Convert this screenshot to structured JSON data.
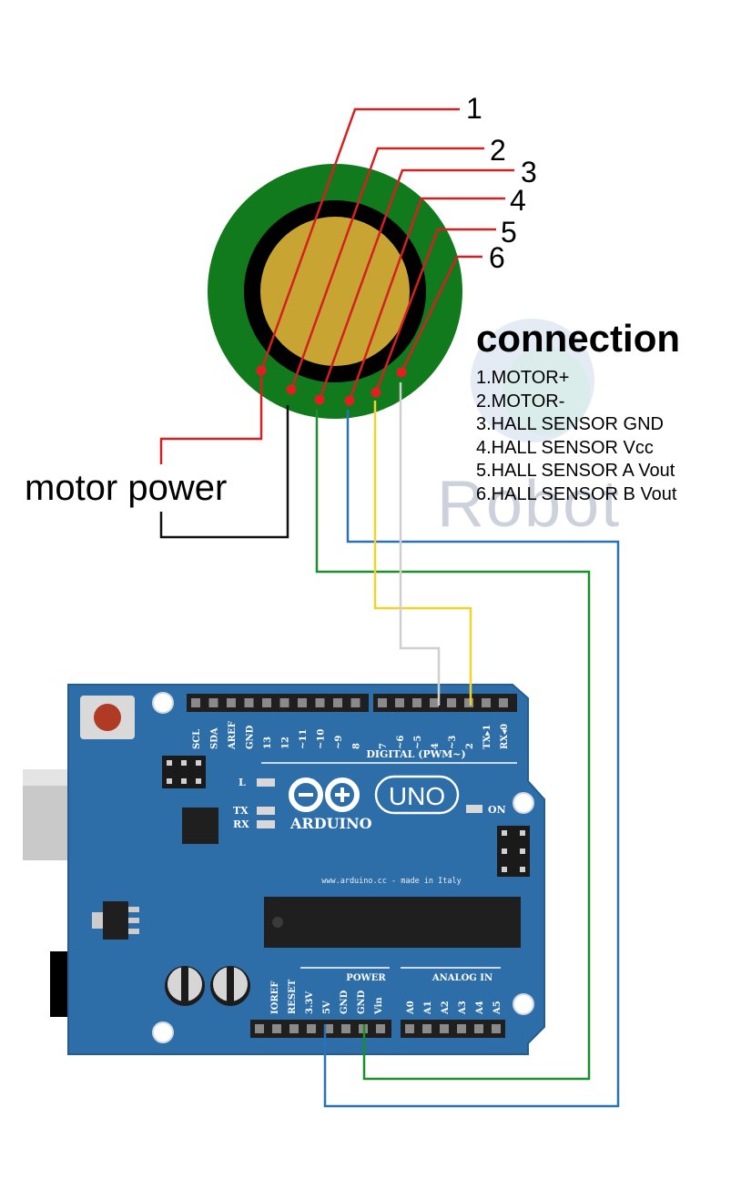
{
  "colors": {
    "motor_plus": "#d42020",
    "motor_minus": "#111111",
    "hall_gnd": "#1b8f2a",
    "hall_vcc": "#2a73b3",
    "hall_a": "#f2d22c",
    "hall_b": "#cfcfcf",
    "motor_green": "#117a1c",
    "motor_gold": "#c8a432",
    "board_blue": "#2d6da8"
  },
  "motor": {
    "pin_numbers": [
      "1",
      "2",
      "3",
      "4",
      "5",
      "6"
    ]
  },
  "labels": {
    "motor_power": "motor power"
  },
  "connection": {
    "title": "connection",
    "items": [
      "1.MOTOR+",
      "2.MOTOR-",
      "3.HALL SENSOR GND",
      "4.HALL SENSOR Vcc",
      "5.HALL SENSOR A Vout",
      "6.HALL SENSOR B Vout"
    ]
  },
  "watermark": {
    "text": "Robot"
  },
  "arduino": {
    "brand": "ARDUINO",
    "model": "UNO",
    "website": "www.arduino.cc - made in Italy",
    "digital_header": "DIGITAL (PWM~)",
    "power_header": "POWER",
    "analog_header": "ANALOG IN",
    "on_label": "ON",
    "led_l": "L",
    "led_tx": "TX",
    "led_rx": "RX",
    "digital_pins_left": [
      "SCL",
      "SDA",
      "AREF",
      "GND",
      "13",
      "12",
      "~11",
      "~10",
      "~9",
      "8"
    ],
    "digital_pins_right": [
      "7",
      "~6",
      "~5",
      "4",
      "~3",
      "2",
      "TX▸1",
      "RX◂0"
    ],
    "power_pins": [
      "IOREF",
      "RESET",
      "3.3V",
      "5V",
      "GND",
      "GND",
      "Vin"
    ],
    "analog_pins": [
      "A0",
      "A1",
      "A2",
      "A3",
      "A4",
      "A5"
    ]
  }
}
